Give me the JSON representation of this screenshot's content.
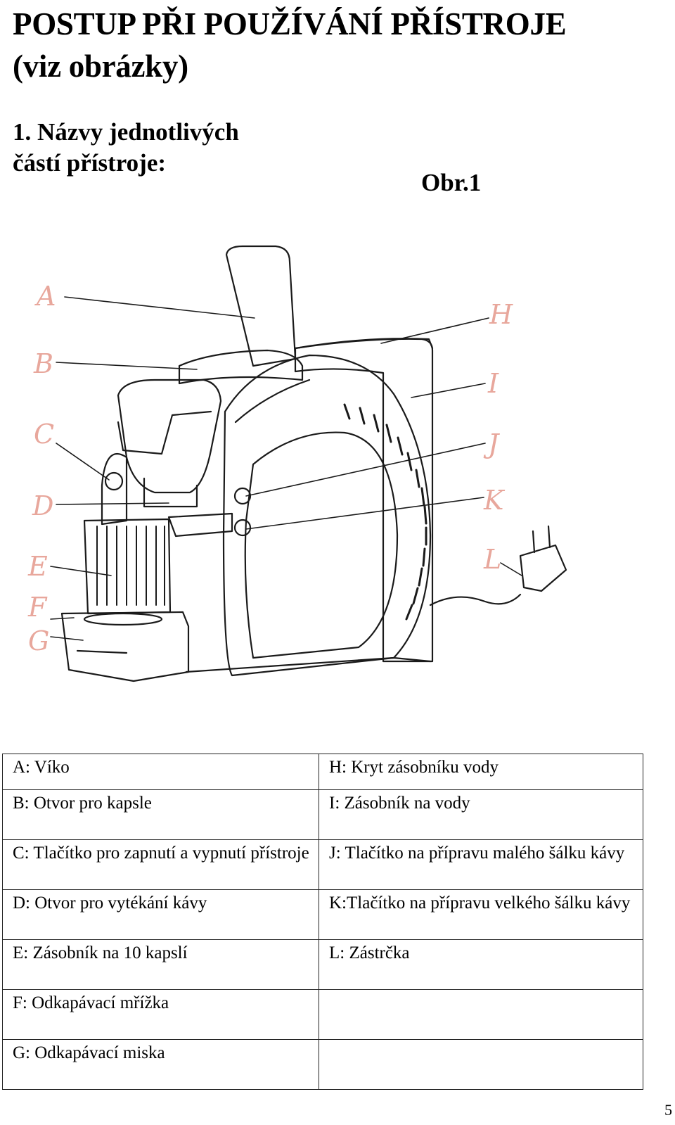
{
  "heading": {
    "line1": "POSTUP PŘI POUŽÍVÁNÍ PŘÍSTROJE",
    "line2": "(viz obrázky)"
  },
  "section": {
    "line1": "1. Názvy jednotlivých",
    "line2": "částí přístroje:"
  },
  "figure": {
    "label": "Obr.1",
    "callouts": [
      "A",
      "B",
      "C",
      "D",
      "E",
      "F",
      "G",
      "H",
      "I",
      "J",
      "K",
      "L"
    ],
    "callout_color": "#e8a79c"
  },
  "parts_table": {
    "rows": [
      {
        "left": "A: Víko",
        "right": "H: Kryt zásobníku vody"
      },
      {
        "left": "B: Otvor pro kapsle",
        "right": "I: Zásobník na vody"
      },
      {
        "left": "C: Tlačítko pro zapnutí a vypnutí přístroje",
        "right": "J: Tlačítko na přípravu malého šálku kávy"
      },
      {
        "left": "D: Otvor pro vytékání kávy",
        "right": "K:Tlačítko na přípravu velkého šálku kávy"
      },
      {
        "left": "E: Zásobník na 10 kapslí",
        "right": "L: Zástrčka"
      },
      {
        "left": "F: Odkapávací mřížka",
        "right": ""
      },
      {
        "left": "G: Odkapávací miska",
        "right": ""
      }
    ]
  },
  "page_number": "5"
}
